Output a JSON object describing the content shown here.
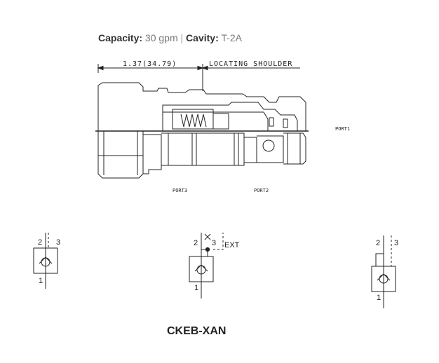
{
  "spec": {
    "capacity_label": "Capacity:",
    "capacity_value": "30 gpm",
    "separator": "|",
    "cavity_label": "Cavity:",
    "cavity_value": "T-2A"
  },
  "section_view": {
    "dimension_text": "1.37(34.79)",
    "shoulder_text": "LOCATING SHOULDER",
    "port1_label": "PORT1",
    "port2_label": "PORT2",
    "port3_label": "PORT3"
  },
  "symbols": [
    {
      "port_top_left": "2",
      "port_top_right": "3",
      "port_bottom": "1"
    },
    {
      "port_top_left": "2",
      "port_top_right": "3",
      "port_bottom": "1",
      "ext_label": "EXT"
    },
    {
      "port_top_left": "2",
      "port_top_right": "3",
      "port_bottom": "1"
    }
  ],
  "model": "CKEB-XAN"
}
